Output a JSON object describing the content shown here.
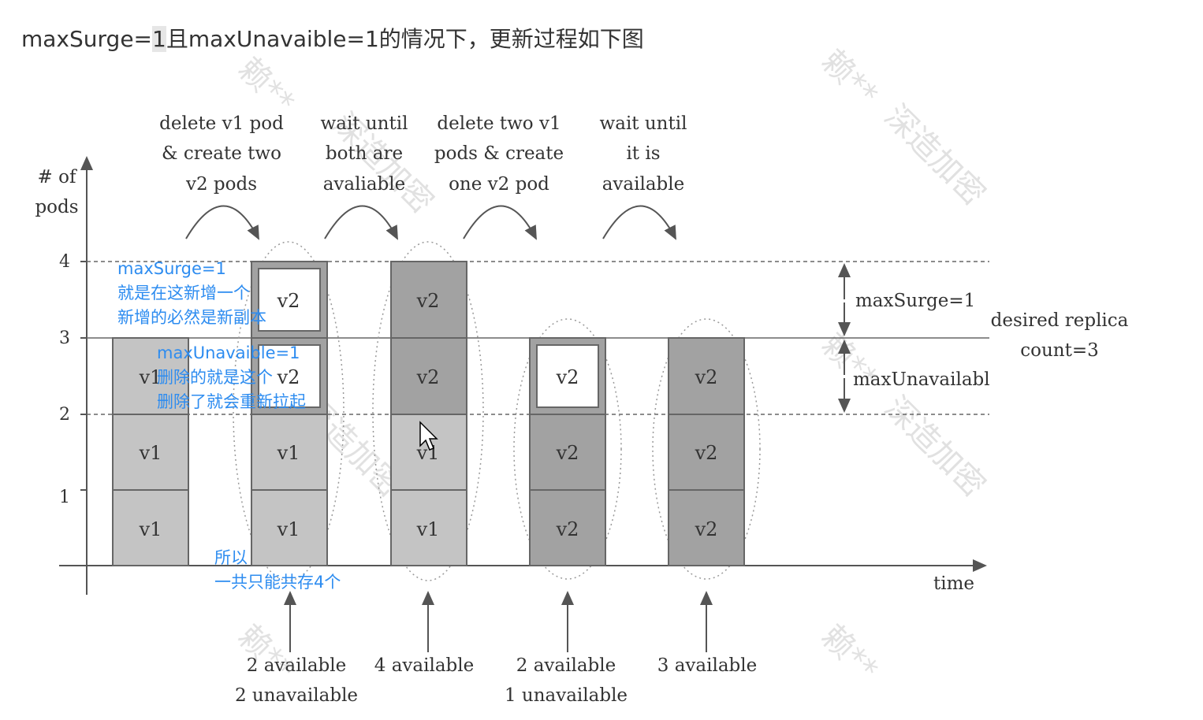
{
  "title": {
    "part_before": "maxSurge=",
    "part_highlight": "1",
    "part_after": "且maxUnavaible=1的情况下，更新过程如下图"
  },
  "axis": {
    "y_label_line1": "# of",
    "y_label_line2": "pods",
    "x_label": "time",
    "ticks": [
      "1",
      "2",
      "3",
      "4"
    ]
  },
  "steps": [
    {
      "line1": "delete v1 pod",
      "line2": "& create two",
      "line3": "v2 pods"
    },
    {
      "line1": "wait until",
      "line2": "both are",
      "line3": "avaliable"
    },
    {
      "line1": "delete two v1",
      "line2": "pods & create",
      "line3": "one v2 pod"
    },
    {
      "line1": "wait until",
      "line2": "it is",
      "line3": "available"
    }
  ],
  "stacks": [
    {
      "cells": [
        "v1",
        "v1",
        "v1"
      ]
    },
    {
      "cells": [
        "v1",
        "v1",
        "v2",
        "v2"
      ]
    },
    {
      "cells": [
        "v1",
        "v1",
        "v2",
        "v2"
      ]
    },
    {
      "cells": [
        "v2",
        "v2",
        "v2"
      ]
    },
    {
      "cells": [
        "v2",
        "v2",
        "v2"
      ]
    }
  ],
  "availability": [
    {
      "line1": "2 available",
      "line2": "2 unavailable"
    },
    {
      "line1": "4 available",
      "line2": ""
    },
    {
      "line1": "2 available",
      "line2": "1 unavailable"
    },
    {
      "line1": "3 available",
      "line2": ""
    }
  ],
  "right_labels": {
    "max_surge": "maxSurge=1",
    "max_unavailable": "maxUnavailabl",
    "desired_line1": "desired replica",
    "desired_line2": "count=3"
  },
  "annotations": {
    "surge_line1": "maxSurge=1",
    "surge_line2": "就是在这新增一个",
    "surge_line3": "新增的必然是新副本",
    "unavail_line1": "maxUnavaible=1",
    "unavail_line2": "删除的就是这个",
    "unavail_line3": "删除了就会重新拉起",
    "total_line1": "所以",
    "total_line2": "一共只能共存4个"
  },
  "watermark": {
    "name": "赖**",
    "org": "深造加密"
  },
  "colors": {
    "annotation_blue": "#2d8cf0",
    "v1_fill": "#c4c4c4",
    "v2_fill": "#a2a2a2",
    "new_pod_fill": "#ffffff"
  }
}
